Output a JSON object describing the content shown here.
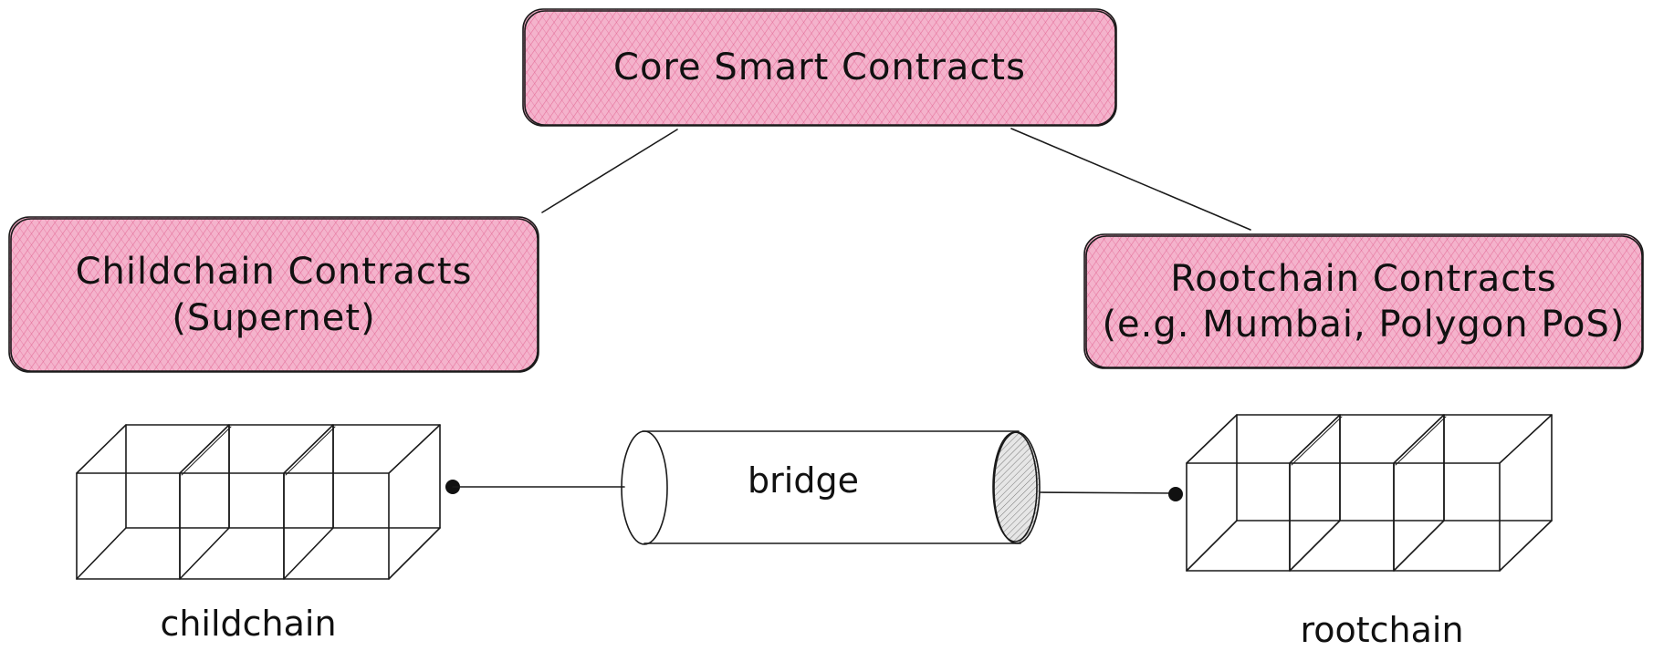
{
  "colors": {
    "box_fill": "#f2a7c3",
    "box_hatch": "#e0608f",
    "stroke": "#1a1a1a",
    "bridge_cap_hatch": "#8a8a8a"
  },
  "boxes": {
    "core": {
      "label": "Core Smart Contracts"
    },
    "childchain_contracts": {
      "line1": "Childchain Contracts",
      "line2": "(Supernet)"
    },
    "rootchain_contracts": {
      "line1": "Rootchain Contracts",
      "line2": "(e.g. Mumbai, Polygon PoS)"
    }
  },
  "chains": {
    "childchain": {
      "label": "childchain",
      "blocks": 3,
      "icon": "block-chain-icon"
    },
    "rootchain": {
      "label": "rootchain",
      "blocks": 3,
      "icon": "block-chain-icon"
    }
  },
  "bridge": {
    "label": "bridge",
    "icon": "cylinder-pipe-icon"
  }
}
